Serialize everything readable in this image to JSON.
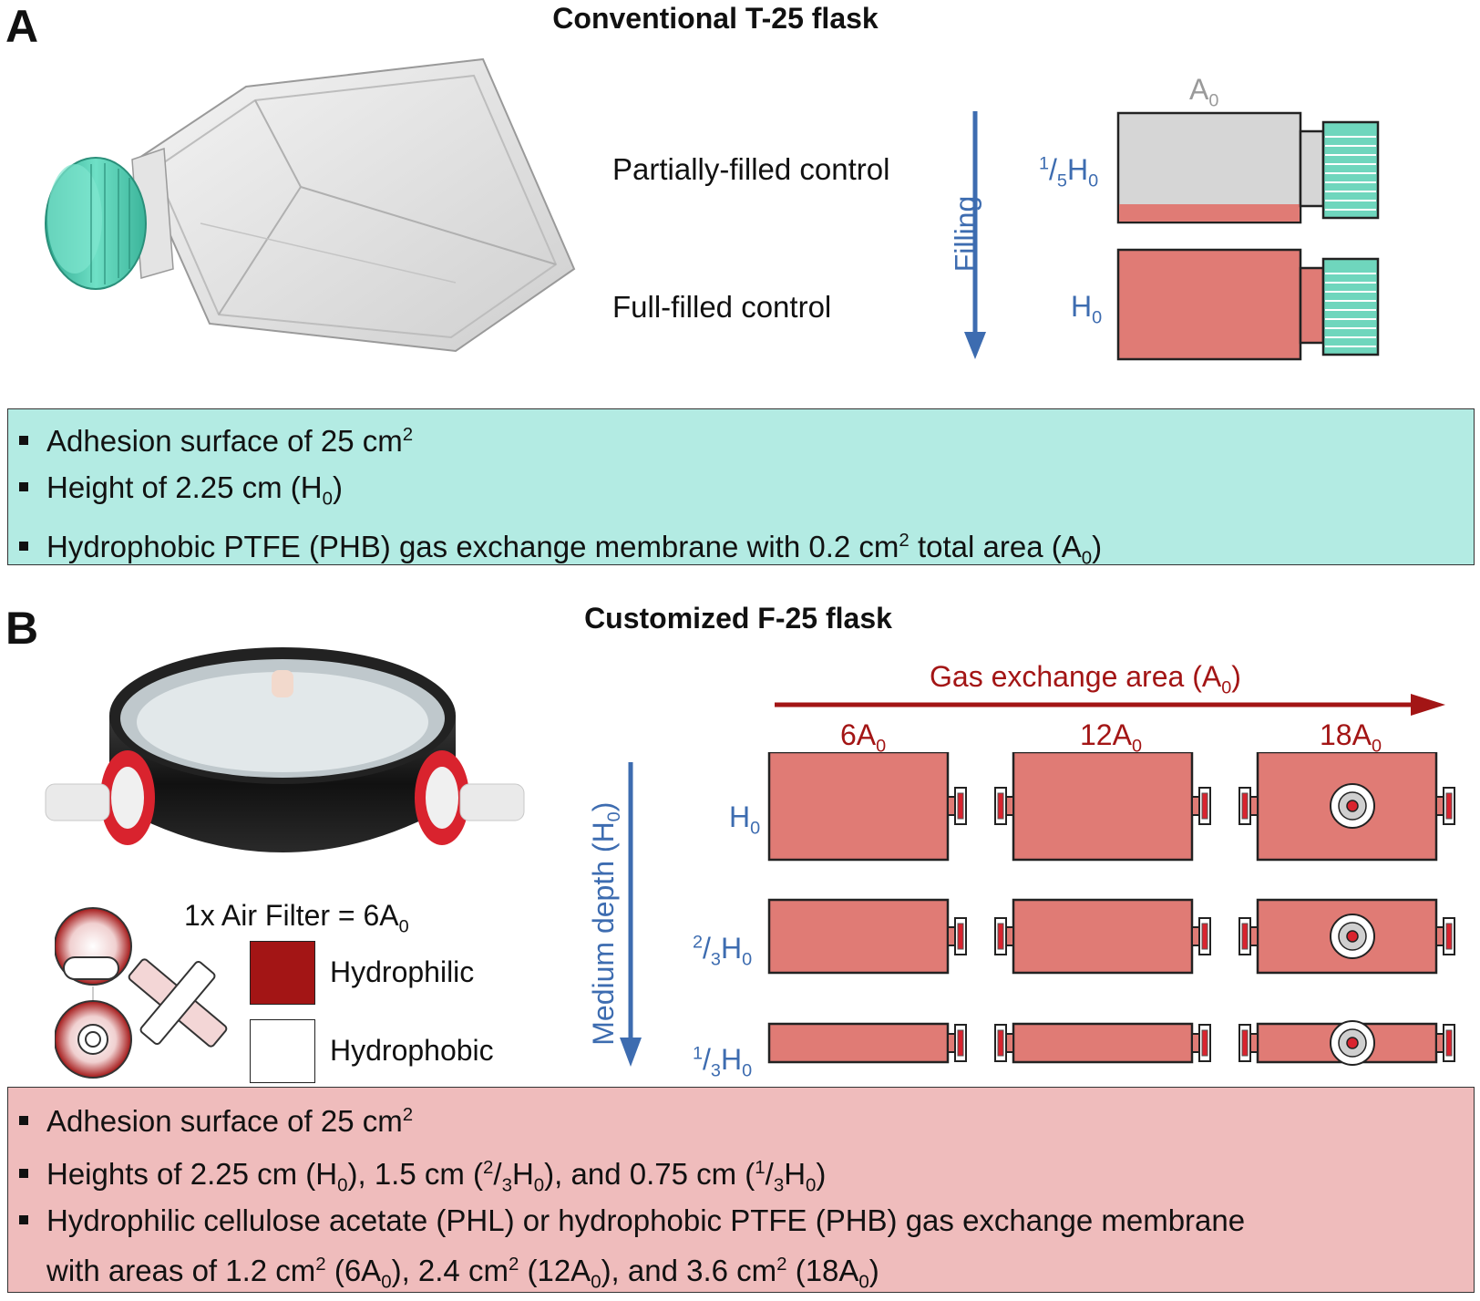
{
  "panel_a": {
    "letter": "A",
    "title": "Conventional T-25 flask",
    "row_labels": {
      "partial": "Partially-filled control",
      "full": "Full-filled control"
    },
    "arrow_label": "Filling",
    "area_label": {
      "base": "A",
      "sub": "0"
    },
    "height_labels": {
      "partial": {
        "sup": "1",
        "frac": "/",
        "sub": "5",
        "base": "H",
        "base_sub": "0"
      },
      "full": {
        "base": "H",
        "base_sub": "0"
      }
    },
    "info": [
      {
        "pre": "Adhesion surface of 25 cm",
        "sup": "2",
        "post": ""
      },
      {
        "pre": "Height of 2.25 cm (H",
        "sub": "0",
        "post": ")"
      },
      {
        "pre": "Hydrophobic PTFE (PHB) gas exchange membrane with 0.2 cm",
        "sup": "2",
        "mid": " total area (A",
        "sub": "0",
        "post": ")"
      }
    ]
  },
  "panel_b": {
    "letter": "B",
    "title": "Customized F-25 flask",
    "x_arrow_label": {
      "pre": "Gas exchange area (A",
      "sub": "0",
      "post": ")"
    },
    "y_arrow_label": {
      "pre": "Medium depth (H",
      "sub": "0",
      "post": ")"
    },
    "columns": [
      {
        "pre": "6A",
        "sub": "0"
      },
      {
        "pre": "12A",
        "sub": "0"
      },
      {
        "pre": "18A",
        "sub": "0"
      }
    ],
    "rows": [
      {
        "sup": "",
        "frac": "",
        "subf": "",
        "base": "H",
        "base_sub": "0"
      },
      {
        "sup": "2",
        "frac": "/",
        "subf": "3",
        "base": "H",
        "base_sub": "0"
      },
      {
        "sup": "1",
        "frac": "/",
        "subf": "3",
        "base": "H",
        "base_sub": "0"
      }
    ],
    "legend": {
      "filter_pre": "1x Air Filter = 6A",
      "filter_sub": "0",
      "hydrophilic": "Hydrophilic",
      "hydrophobic": "Hydrophobic"
    },
    "info": {
      "l1_pre": "Adhesion surface of 25 cm",
      "l1_sup": "2",
      "l2_a": "Heights of 2.25 cm (H",
      "l2_a_sub": "0",
      "l2_b": "), 1.5 cm (",
      "l2_b_sup": "2",
      "l2_c": "/",
      "l2_c_sub": "3",
      "l2_d": "H",
      "l2_d_sub": "0",
      "l2_e": "), and 0.75 cm (",
      "l2_e_sup": "1",
      "l2_f": "/",
      "l2_f_sub": "3",
      "l2_g": "H",
      "l2_g_sub": "0",
      "l2_h": ")",
      "l3": "Hydrophilic cellulose acetate (PHL) or hydrophobic PTFE (PHB) gas exchange membrane",
      "l4_a": "with areas of 1.2 cm",
      "l4_a_sup": "2",
      "l4_b": " (6A",
      "l4_b_sub": "0",
      "l4_c": "), 2.4 cm",
      "l4_c_sup": "2",
      "l4_d": " (12A",
      "l4_d_sub": "0",
      "l4_e": "), and 3.6 cm",
      "l4_e_sup": "2",
      "l4_f": " (18A",
      "l4_f_sub": "0",
      "l4_g": ")"
    }
  },
  "colors": {
    "medium": "#e07b75",
    "air": "#d6d6d6",
    "cap": "#6fd6bd",
    "blue_arrow": "#3d6cb0",
    "red_arrow": "#a31515",
    "box_a": "#b3ebe3",
    "box_b": "#efbcbc"
  }
}
